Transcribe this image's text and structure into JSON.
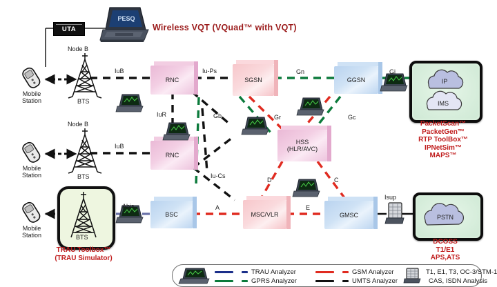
{
  "diagram": {
    "title": "Wireless VQT (VQuad™ with VQT)",
    "nodes": {
      "rnc1": "RNC",
      "rnc2": "RNC",
      "sgsn": "SGSN",
      "ggsn": "GGSN",
      "hss_line1": "HSS",
      "hss_line2": "(HLR/AVC)",
      "bsc": "BSC",
      "mscvlr": "MSC/VLR",
      "gmsc": "GMSC",
      "ip_cloud": "IP",
      "ims_cloud": "IMS",
      "pstn_cloud": "PSTN"
    },
    "access": {
      "uta": "UTA",
      "pesq": "PESQ",
      "node_b_1": "Node B",
      "node_b_2": "Node B",
      "bts_1": "BTS",
      "bts_2": "BTS",
      "bts_3": "BTS",
      "mobile_station_1_l1": "Mobile",
      "mobile_station_1_l2": "Station",
      "mobile_station_2_l1": "Mobile",
      "mobile_station_2_l2": "Station",
      "mobile_station_3_l1": "Mobile",
      "mobile_station_3_l2": "Station"
    },
    "interfaces": {
      "iub_1": "IuB",
      "iub_2": "IuB",
      "iu_ps": "Iu-Ps",
      "iur": "IuR",
      "gn": "Gn",
      "gi": "Gi",
      "gb": "Gb",
      "gr": "Gr",
      "gc": "Gc",
      "iu_cs": "Iu-Cs",
      "d": "D",
      "c": "C",
      "abis": "Abis",
      "a": "A",
      "e": "E",
      "isup": "Isup"
    },
    "annotations": {
      "trau_toolbox_l1": "TRAU Toolbox™",
      "trau_toolbox_l2": "(TRAU Simulator)",
      "packet_products": [
        "PacketScan™",
        "PacketGen™",
        "RTP ToolBox™",
        "IPNetSim™",
        "MAPS™"
      ],
      "pstn_products": [
        "DCOSS",
        "T1/E1",
        "APS,ATS"
      ]
    },
    "legend": {
      "items": [
        {
          "label": "TRAU Analyzer",
          "color": "#1b2f8a"
        },
        {
          "label": "GPRS Analyzer",
          "color": "#0b7a3b"
        },
        {
          "label": "GSM Analyzer",
          "color": "#e02b20"
        },
        {
          "label": "UMTS Analyzer",
          "color": "#111111"
        }
      ],
      "device_lines": [
        "T1, E1, T3, OC-3/STM-1",
        "CAS, ISDN Analysis"
      ]
    },
    "colors": {
      "trau": "#1b2f8a",
      "gprs": "#0b7a3b",
      "gsm": "#e02b20",
      "umts": "#111111",
      "brand_red": "#c01c1c",
      "title_red": "#9b1b1b"
    }
  }
}
